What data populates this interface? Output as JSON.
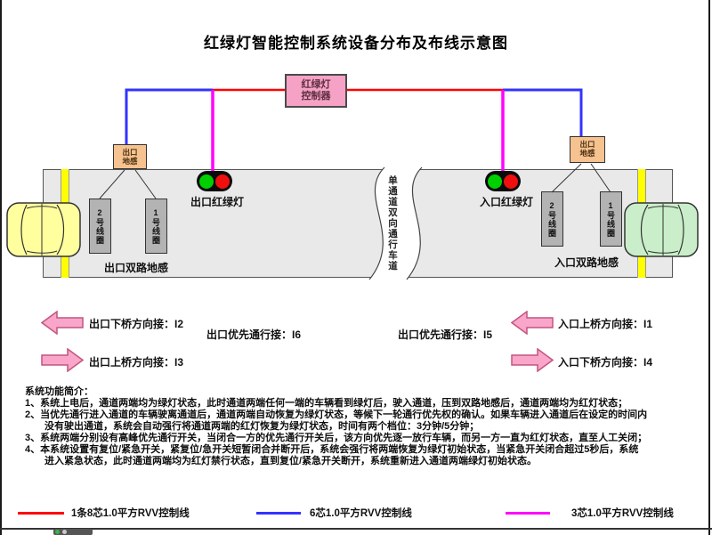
{
  "title": "红绿灯智能控制系统设备分布及布线示意图",
  "controller": {
    "line1": "红绿灯",
    "line2": "控制器"
  },
  "junction_boxes": {
    "left": {
      "line1": "出口",
      "line2": "地感"
    },
    "right": {
      "line1": "出口",
      "line2": "地感"
    }
  },
  "traffic_lights": {
    "exit_label": "出口红绿灯",
    "entry_label": "入口红绿灯",
    "green_color": "#00cf00",
    "red_color": "#ef0f0f"
  },
  "coils": {
    "left": [
      "2号线圈",
      "1号线圈"
    ],
    "right": [
      "2号线圈",
      "1号线圈"
    ]
  },
  "sensor_area_labels": {
    "exit": "出口双路地感",
    "entry": "入口双路地感"
  },
  "lane_label": "单通道双向通行车道",
  "io_labels": {
    "i2": "出口下桥方向接：I2",
    "i6": "出口优先通行接：I6",
    "i3": "出口上桥方向接：I3",
    "i1": "入口上桥方向接：I1",
    "i5": "出口优先通行接：I5",
    "i4": "入口下桥方向接：I4"
  },
  "intro": {
    "heading": "系统功能简介：",
    "lines": [
      "1、系统上电后，通道两端均为绿灯状态，此时通道两端任何一端的车辆看到绿灯后，驶入通道，压到双路地感后，通道两端均为红灯状态；",
      "2、当优先通行进入通道的车辆驶离通道后，通道两端自动恢复为绿灯状态，等候下一轮通行优先权的确认。如果车辆进入通道后在设定的时间内",
      "没有驶出通道，系统会自动强行将通道两端的红灯恢复为绿灯状态，时间有两个档位：3分钟/5分钟；",
      "3、系统两端分别设有高峰优先通行开关，当闭合一方的优先通行开关后，该方向优先逐一放行车辆，而另一方一直为红灯状态，直至人工关闭；",
      "4、本系统设置有复位/紧急开关，紧复位/急开关短暂闭合并断开后，系统会强行将两端恢复为绿灯初始状态，当紧急开关闭合超过5秒后，系统",
      "进入紧急状态，此时通道两端均为红灯禁行状态，直到复位/紧急开关断开，系统重新进入通道两端绿灯初始状态。"
    ]
  },
  "legend": [
    {
      "label": "1条8芯1.0平方RVV控制线",
      "color": "#ff0000"
    },
    {
      "label": "6芯1.0平方RVV控制线",
      "color": "#3333ff"
    },
    {
      "label": "3芯1.0平方RVV控制线",
      "color": "#ff00ff"
    }
  ],
  "colors": {
    "wire_red": "#ff0000",
    "wire_blue": "#3333ff",
    "wire_magenta": "#ff00ff",
    "controller_fill": "#f5a2c6",
    "junction_box_fill": "#f6c28f",
    "road_fill": "#e9e9e9",
    "stripe_yellow": "#ffff00",
    "coil_fill": "#b3b3b3",
    "arrow_pink": "#f9a6ca",
    "car_exit_fill": "#ffff9e",
    "car_entry_fill": "#c9eec9"
  }
}
